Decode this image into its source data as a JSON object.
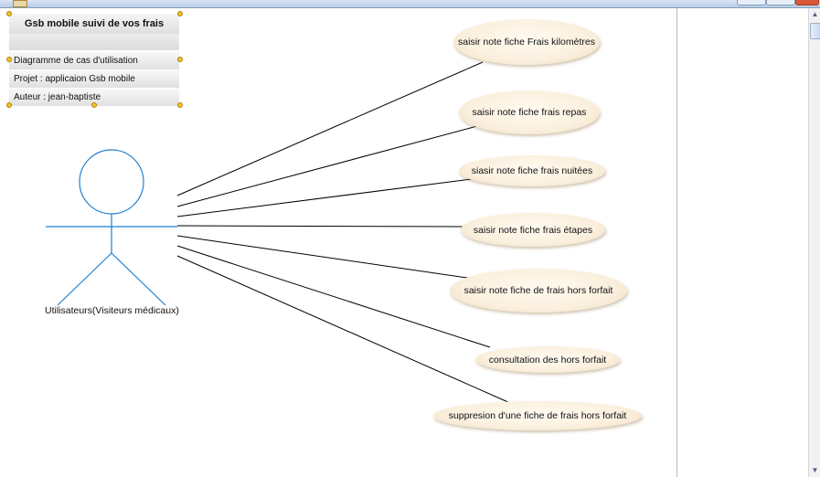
{
  "info_block": {
    "title": "Gsb mobile suivi de vos frais",
    "rows": [
      "Diagramme de cas d'utilisation",
      "Projet : applicaion Gsb mobile",
      "Auteur : jean-baptiste"
    ]
  },
  "actor": {
    "label": "Utilisateurs(Visiteurs médicaux)",
    "icon": "stick-figure-icon",
    "color": "#1f7fd0"
  },
  "use_cases": [
    "saisir note fiche Frais kilomètres",
    "saisir note fiche frais repas",
    "siasir note fiche frais nuitées",
    "saisir note fiche frais étapes",
    "saisir note fiche de frais hors forfait",
    "consultation des hors forfait",
    "suppresion d'une fiche de frais hors forfait"
  ],
  "colors": {
    "usecase_fill": "#fbf0de",
    "association_line": "#000000",
    "selection_handle": "#f5c02e"
  }
}
